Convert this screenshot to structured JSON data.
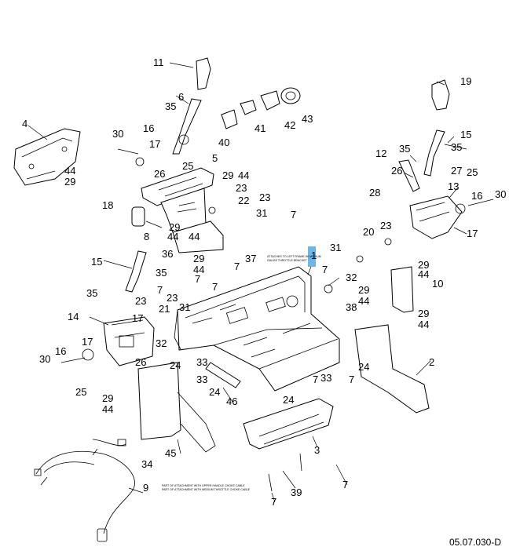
{
  "drawing_code": "05.07.030-D",
  "highlighted_callout": "1",
  "callouts": [
    "11",
    "6",
    "35",
    "16",
    "30",
    "17",
    "26",
    "25",
    "4",
    "44",
    "29",
    "40",
    "41",
    "42",
    "43",
    "5",
    "29",
    "44",
    "22",
    "23",
    "23",
    "31",
    "18",
    "29",
    "44",
    "8",
    "44",
    "29",
    "44",
    "37",
    "1",
    "36",
    "35",
    "15",
    "35",
    "7",
    "23",
    "21",
    "17",
    "23",
    "31",
    "14",
    "32",
    "16",
    "17",
    "30",
    "25",
    "26",
    "24",
    "33",
    "33",
    "29",
    "44",
    "24",
    "46",
    "45",
    "34",
    "9",
    "39",
    "7",
    "3",
    "2",
    "19",
    "15",
    "12",
    "35",
    "35",
    "26",
    "27",
    "25",
    "28",
    "13",
    "16",
    "30",
    "17",
    "20",
    "23",
    "31",
    "29",
    "44",
    "32",
    "10",
    "29",
    "44",
    "38",
    "29",
    "44",
    "24",
    "33",
    "7",
    "24",
    "7",
    "7",
    "7",
    "7",
    "7",
    "7",
    "7"
  ],
  "notes": {
    "upper": [
      "ATTACHES TO LEFT FRAME W/ MEDIUM",
      "GAUGE THROTTLE BRACKET"
    ],
    "lower": [
      "PART OF ATTACHMENT WITH UPPER HANDLE CHOKE CABLE",
      "PART OF ATTACHMENT WITH MEDIUM THROTTLE CHOKE CABLE"
    ]
  }
}
